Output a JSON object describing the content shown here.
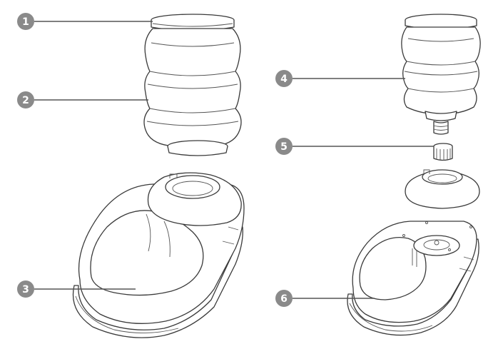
{
  "callouts": [
    {
      "id": "1"
    },
    {
      "id": "2"
    },
    {
      "id": "3"
    },
    {
      "id": "4"
    },
    {
      "id": "5"
    },
    {
      "id": "6"
    }
  ],
  "colors": {
    "line": "#3a3a3a",
    "badge": "#8a8a8a",
    "badge_text": "#ffffff",
    "background": "#ffffff"
  }
}
